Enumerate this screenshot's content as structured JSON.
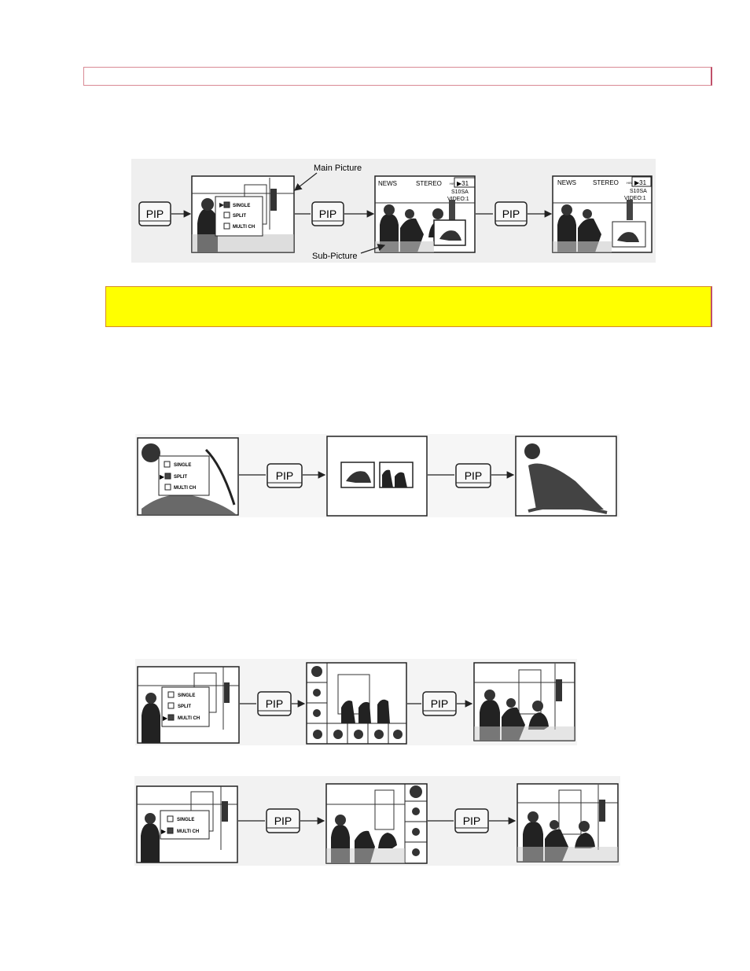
{
  "page": {
    "header_band_color": "#ffffff",
    "note_band_color": "#ffff00"
  },
  "button_label": "PIP",
  "menu": {
    "single": "SINGLE",
    "split": "SPLIT",
    "multi": "MULTI CH"
  },
  "figure1": {
    "main_picture_label": "Main   Picture",
    "sub_picture_label": "Sub-Picture",
    "osd": {
      "news": "NEWS",
      "stereo": "STEREO",
      "stereo_sub": "HIS",
      "channel": "▶31",
      "channel_sub": "S10SA",
      "video": "VIDEO:1"
    },
    "osd2": {
      "news": "NEWS",
      "stereo": "STEREO",
      "stereo_sub": "HIS",
      "channel": "▶31",
      "channel_sub": "S10SA",
      "video": "VIDEO:1"
    }
  },
  "figure2": {},
  "figure3": {},
  "figure4": {}
}
